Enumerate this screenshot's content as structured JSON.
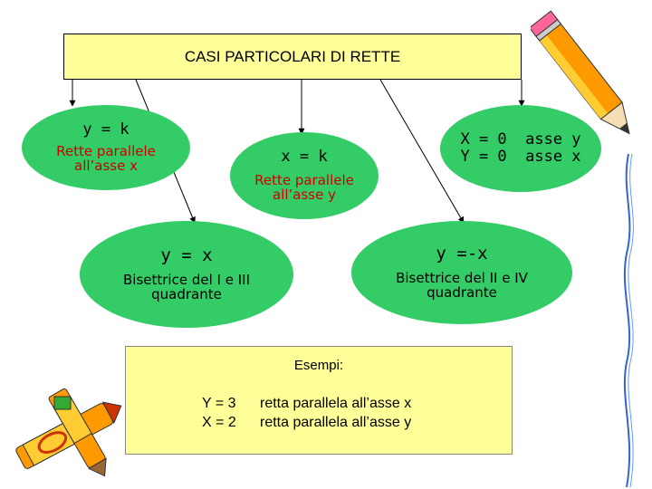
{
  "title": "CASI PARTICOLARI DI RETTE",
  "nodes": {
    "y_eq_k": {
      "eq": "y = k",
      "desc1": "Rette parallele",
      "desc2": "all’asse x"
    },
    "x_eq_0": {
      "line1": "X = 0  asse y",
      "line2": "Y = 0  asse x"
    },
    "x_eq_k": {
      "eq": "x = k",
      "desc1": "Rette parallele",
      "desc2": "all’asse y"
    },
    "y_eq_x": {
      "eq": "y = x",
      "desc1": "Bisettrice del I e III",
      "desc2": "quadrante"
    },
    "y_eq_minus_x": {
      "eq": "y =-x",
      "desc1": "Bisettrice del II e IV",
      "desc2": "quadrante"
    }
  },
  "examples": {
    "title": "Esempi:",
    "rows": [
      {
        "eq": "Y = 3",
        "text": "retta parallela all’asse x"
      },
      {
        "eq": "X = 2",
        "text": "retta parallela all’asse y"
      }
    ]
  },
  "colors": {
    "ellipse": "#33cc66",
    "box": "#ffff99",
    "red_text": "#cc0000"
  },
  "icons": [
    "pencil-icon",
    "crayons-icon"
  ]
}
